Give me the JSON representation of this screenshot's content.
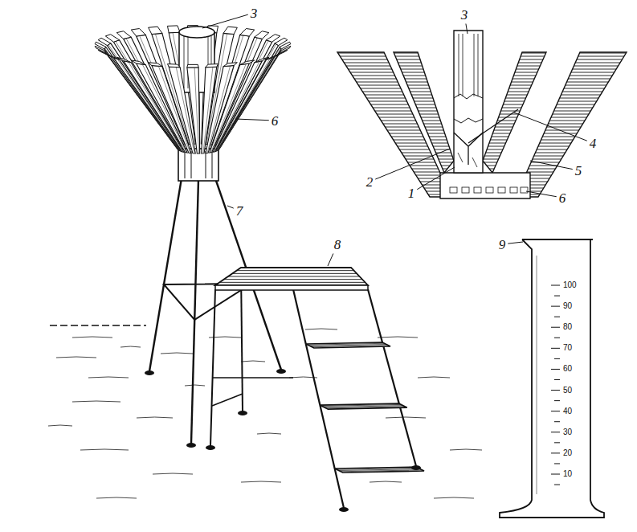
{
  "diagram": {
    "labels": [
      "3",
      "6",
      "7",
      "8",
      "3",
      "4",
      "2",
      "1",
      "5",
      "6",
      "9",
      "100",
      "90",
      "80",
      "70",
      "60",
      "50",
      "40",
      "30",
      "20",
      "10"
    ]
  }
}
